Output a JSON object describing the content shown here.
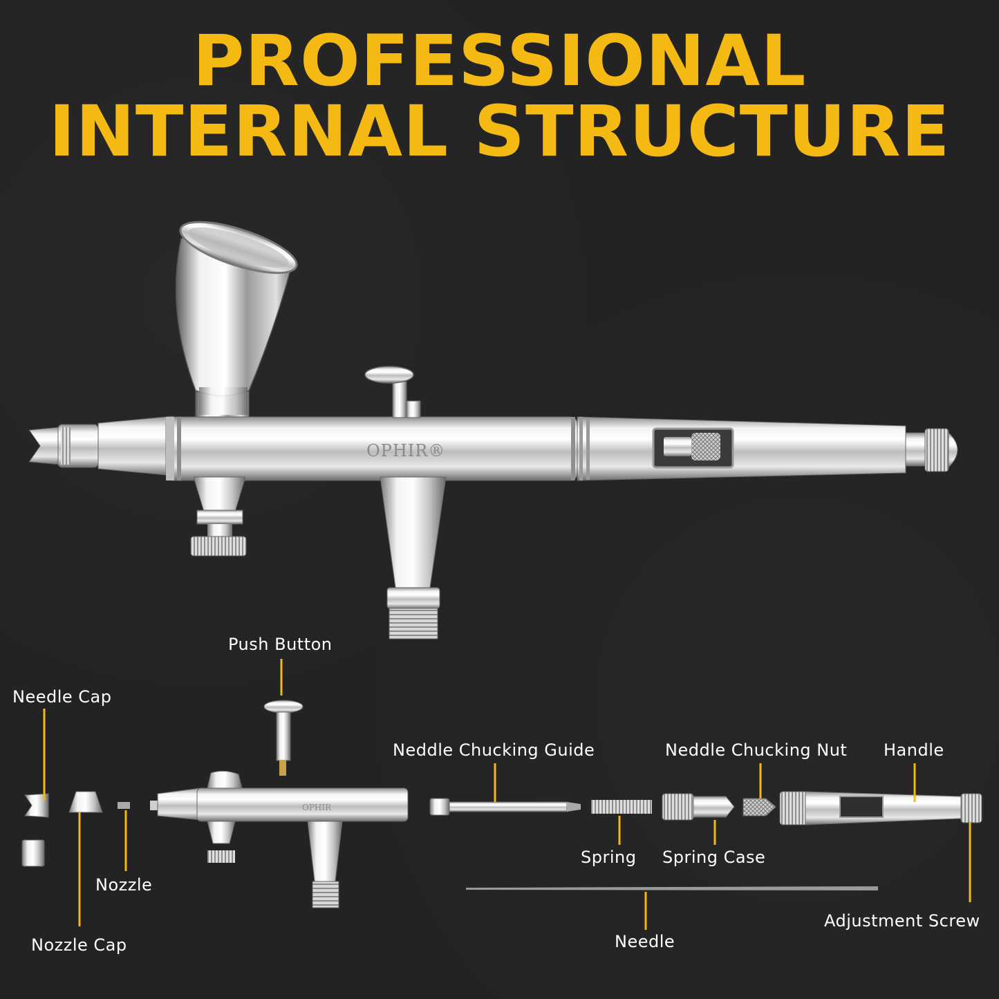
{
  "headline": {
    "line1": "PROFESSIONAL",
    "line2": "INTERNAL STRUCTURE"
  },
  "brand": "OPHIR®",
  "brand_small": "OPHIR",
  "colors": {
    "accent": "#f5b914",
    "background": "#232323",
    "label_text": "#ffffff",
    "leader_line": "#f5b914",
    "metal": "#d9d9d9"
  },
  "labels": {
    "push_button": "Push Button",
    "needle_cap": "Needle Cap",
    "neddle_chucking_guide": "Neddle Chucking Guide",
    "needle_chucking_nut": "Neddle Chucking Nut",
    "handle": "Handle",
    "spring": "Spring",
    "spring_case": "Spring Case",
    "nozzle": "Nozzle",
    "nozzle_cap": "Nozzle Cap",
    "needle": "Needle",
    "adjustment_screw": "Adjustment Screw"
  }
}
